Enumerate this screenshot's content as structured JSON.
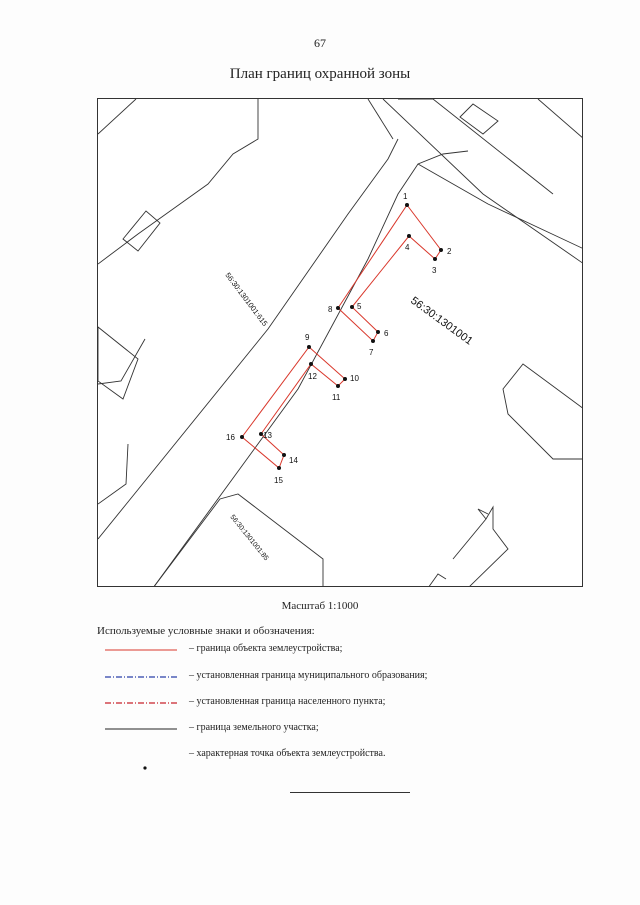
{
  "page": {
    "number": "67",
    "title": "План границ охранной зоны"
  },
  "map": {
    "parcel_labels": [
      "56:30:1301001:615",
      "56:30:1301001",
      "56:30:1301001:85"
    ],
    "boundary_color": "#d9372b",
    "points": [
      {
        "id": "1"
      },
      {
        "id": "2"
      },
      {
        "id": "3"
      },
      {
        "id": "4"
      },
      {
        "id": "5"
      },
      {
        "id": "6"
      },
      {
        "id": "7"
      },
      {
        "id": "8"
      },
      {
        "id": "9"
      },
      {
        "id": "10"
      },
      {
        "id": "11"
      },
      {
        "id": "12"
      },
      {
        "id": "13"
      },
      {
        "id": "14"
      },
      {
        "id": "15"
      },
      {
        "id": "16"
      }
    ]
  },
  "scale": "Масштаб 1:1000",
  "legend": {
    "title": "Используемые условные знаки и обозначения:",
    "items": [
      {
        "symbol": "red-solid-line",
        "color": "#d9372b",
        "text": "– граница объекта землеустройства;"
      },
      {
        "symbol": "blue-dash-dot-line",
        "color": "#2b3fa8",
        "text": "– установленная граница муниципального образования;"
      },
      {
        "symbol": "red-dash-dot-line",
        "color": "#c8232c",
        "text": "– установленная граница населенного пункта;"
      },
      {
        "symbol": "black-solid-line",
        "color": "#222222",
        "text": "– граница земельного участка;"
      },
      {
        "symbol": "dot-point",
        "color": "#111111",
        "text": "– характерная точка объекта землеустройства."
      }
    ]
  }
}
